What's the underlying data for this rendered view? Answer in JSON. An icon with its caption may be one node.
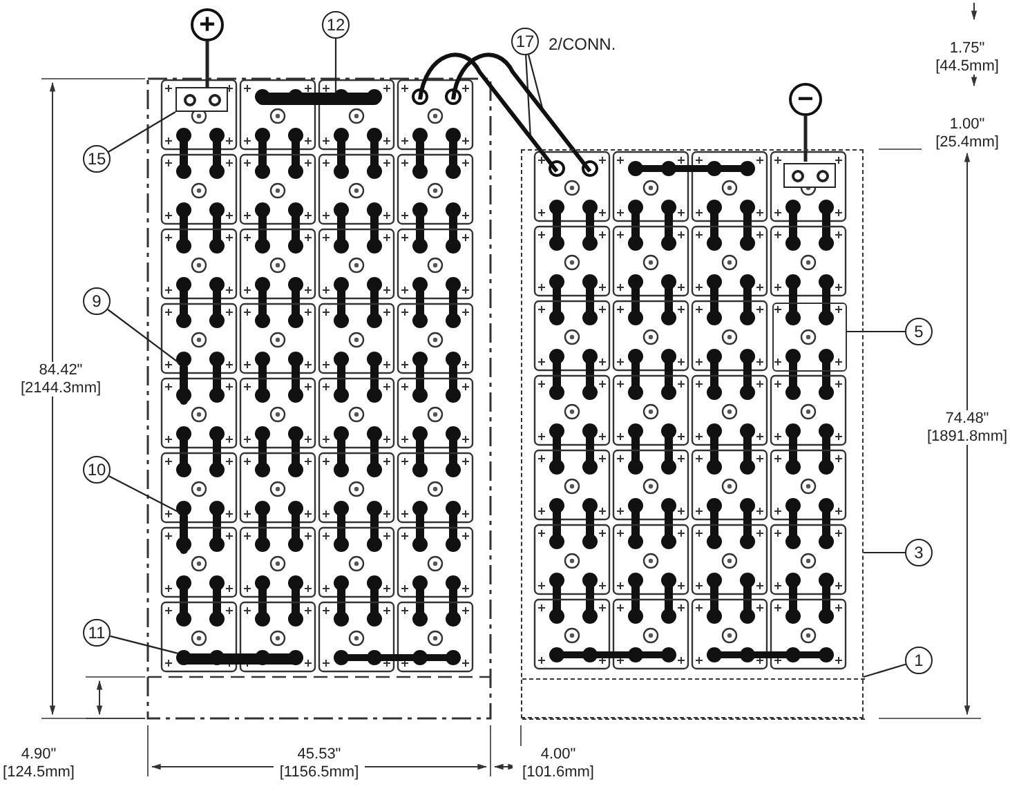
{
  "diagram": {
    "nodes": [
      {
        "text": [
          "+"
        ]
      },
      {
        "text": [
          "12"
        ]
      },
      {
        "text": [
          "17"
        ],
        "beside": [
          "2/CONN."
        ]
      },
      {
        "text": [
          "−"
        ]
      },
      {
        "text": [
          "15"
        ]
      },
      {
        "text": [
          "9"
        ]
      },
      {
        "text": [
          "5"
        ]
      },
      {
        "text": [
          "10"
        ]
      },
      {
        "text": [
          "3"
        ]
      },
      {
        "text": [
          "11"
        ]
      },
      {
        "text": [
          "1"
        ]
      },
      {
        "text": [],
        "shape": "box"
      },
      {
        "text": [],
        "shape": "box",
        "in": 20
      },
      {
        "text": [],
        "shape": "bar"
      },
      {
        "text": [],
        "shape": "cable"
      },
      {
        "text": [],
        "shape": "cable"
      },
      {
        "text": [],
        "shape": "bar"
      },
      {
        "text": [],
        "shape": "bar"
      },
      {
        "text": [],
        "shape": "bar"
      },
      {
        "text": [],
        "shape": "box",
        "in": 20
      },
      {
        "text": [],
        "shape": "box"
      },
      {
        "text": [],
        "shape": "box",
        "in": 20
      }
    ],
    "edges": [
      {
        "from": 0,
        "to": 11,
        "arrow": "none"
      },
      {
        "from": 3,
        "to": 12,
        "arrow": "none"
      },
      {
        "from": 4,
        "to": 11,
        "arrow": "none"
      },
      {
        "from": 1,
        "to": 13,
        "arrow": "none"
      },
      {
        "from": 2,
        "to": 14,
        "arrow": "none"
      },
      {
        "from": 2,
        "to": 15,
        "arrow": "none"
      },
      {
        "from": 5,
        "to": 16,
        "arrow": "none"
      },
      {
        "from": 6,
        "to": 19,
        "arrow": "none"
      },
      {
        "from": 7,
        "to": 17,
        "arrow": "none"
      },
      {
        "from": 8,
        "to": 20,
        "arrow": "none"
      },
      {
        "from": 9,
        "to": 18,
        "arrow": "none"
      },
      {
        "from": 10,
        "to": 21,
        "arrow": "none"
      }
    ],
    "labels": [
      "1.75\" [44.5mm]",
      "1.00\" [25.4mm]",
      "84.42\" [2144.3mm]",
      "74.48\" [1891.8mm]",
      "4.90\" [124.5mm]",
      "45.53\" [1156.5mm]",
      "4.00\" [101.6mm]"
    ]
  }
}
